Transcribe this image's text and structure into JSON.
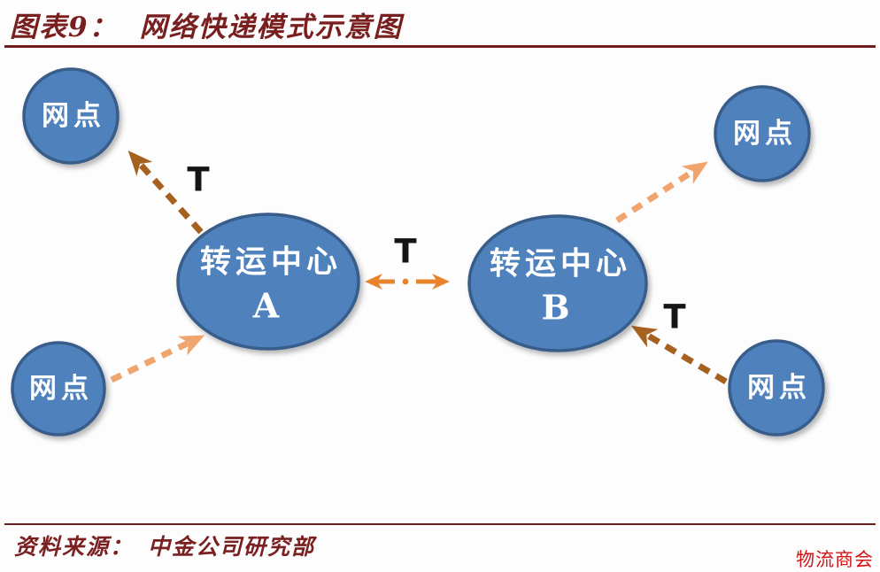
{
  "header": {
    "figure_label": "图表9：",
    "title": "网络快递模式示意图"
  },
  "diagram": {
    "hub_a": {
      "line1": "转运中心",
      "line2": "A"
    },
    "hub_b": {
      "line1": "转运中心",
      "line2": "B"
    },
    "nodes": {
      "top_left": "网点",
      "bottom_left": "网点",
      "top_right": "网点",
      "bottom_right": "网点"
    },
    "t_labels": {
      "hub_a_outbound": "T",
      "between_hubs": "T",
      "hub_b_inbound": "T"
    }
  },
  "footer": {
    "source_label": "资料来源：",
    "source_text": "中金公司研究部"
  },
  "watermark": {
    "text": "物流商会"
  },
  "colors": {
    "node_fill": "#4f81bd",
    "node_border": "#385d8a",
    "node_text": "#ffffff",
    "arrow_dark_brown": "#a6611f",
    "arrow_light_orange": "#f0a46e",
    "arrow_orange": "#e8832c",
    "title_red": "#7a1f1f",
    "rule_red": "#701c1c",
    "watermark_red": "#d31414",
    "t_label_black": "#141414"
  }
}
